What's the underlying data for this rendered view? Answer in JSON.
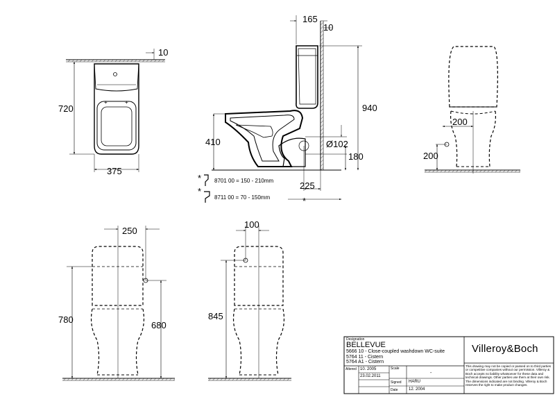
{
  "dimensions": {
    "plan": {
      "width": "375",
      "depth": "720",
      "wall_gap": "10"
    },
    "side": {
      "total_height": "940",
      "seat_height": "410",
      "top_offset": "165",
      "wall_gap": "10",
      "outlet_diameter": "Ø102",
      "outlet_height": "180",
      "outlet_distance": "225",
      "option_a": "8701 00 = 150 - 210mm",
      "option_b": "8711 00 = 70 -  150mm",
      "asterisk": "*"
    },
    "rear": {
      "offset_horizontal": "200",
      "offset_vertical": "200"
    },
    "front_left": {
      "offset": "250",
      "height": "780",
      "connection_height": "680"
    },
    "front_right": {
      "offset": "100",
      "height": "845"
    }
  },
  "title_block": {
    "designation_label": "Designation",
    "product_name": "BELLEVUE",
    "lines": [
      "5666 10 - Close-coupled washdown WC-suite",
      "5764 11 - Cistern",
      "5764 A1 - Cistern"
    ],
    "altered_label": "Altered",
    "altered_dates": [
      "10. 2005",
      "23.02.2011"
    ],
    "scale_label": "Scale",
    "scale_value": "-",
    "signed_label": "Signed",
    "signed_value": "HARU",
    "date_label": "Date",
    "date_value": "12. 2004",
    "brand": "Villeroy&Boch",
    "disclaimer": "This drawing may not be copied or passed on to third parties or competitive companies without our permission. Villeroy & Boch accepts no liability whatsoever for these data and technical drawings. Other parties use them at their own risk. The dimensions indicated are not binding. Villeroy & Boch reserves the right to make product changes."
  }
}
